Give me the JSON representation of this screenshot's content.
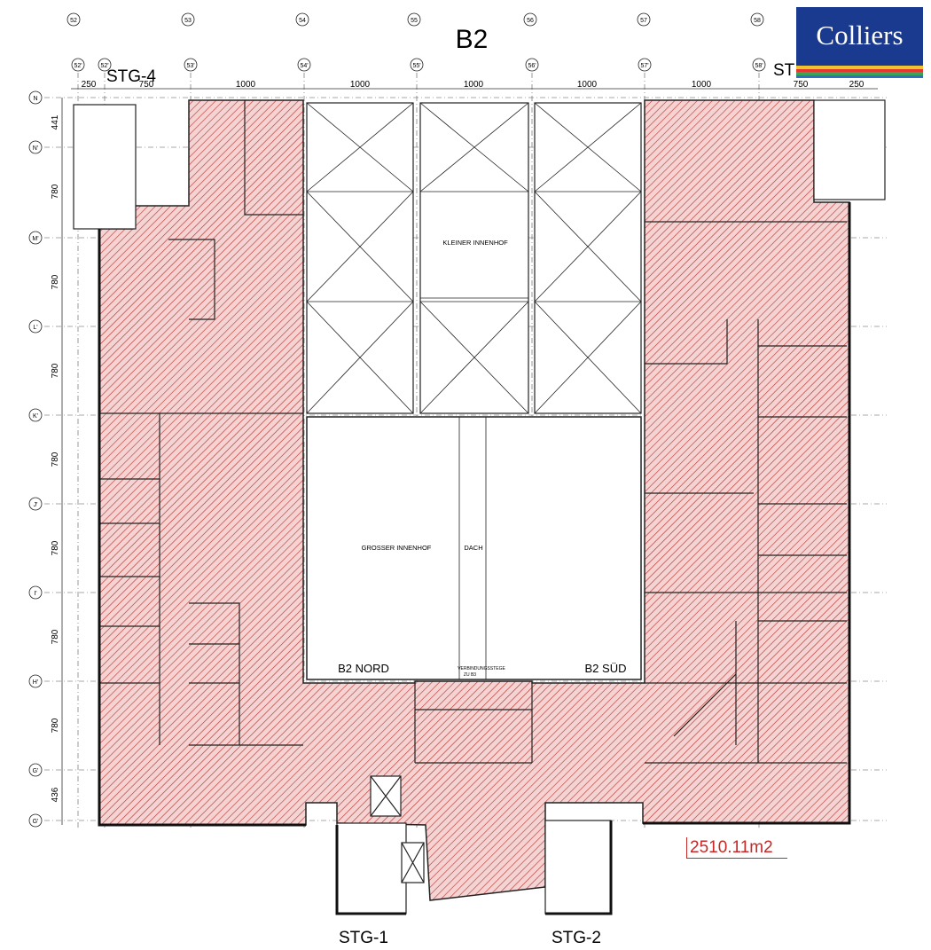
{
  "title": "B2",
  "brand": {
    "name": "Colliers",
    "bg": "#1a3a8f",
    "stripes": [
      "#f2c230",
      "#e4352f",
      "#3aa357",
      "#2f6fc6"
    ]
  },
  "axes_top": [
    "52",
    "52'",
    "52'",
    "53",
    "53'",
    "54",
    "54'",
    "55",
    "55'",
    "56",
    "56'",
    "57",
    "57'",
    "58",
    "58'"
  ],
  "axes_top_row1": [
    "52",
    "53",
    "54",
    "55",
    "56",
    "57",
    "58"
  ],
  "axes_top_row2": [
    "52'",
    "52'",
    "53'",
    "54'",
    "55'",
    "56'",
    "57'",
    "58'"
  ],
  "axes_left": [
    "N",
    "N'",
    "M'",
    "L'",
    "K'",
    "J'",
    "I'",
    "H'",
    "G'",
    "G'"
  ],
  "dims_top": [
    "250",
    "750",
    "1000",
    "1000",
    "1000",
    "1000",
    "1000",
    "750",
    "250"
  ],
  "dims_left": [
    "441",
    "780",
    "780",
    "780",
    "780",
    "780",
    "780",
    "780",
    "436"
  ],
  "stairs": {
    "stg4": "STG-4",
    "stg_right": "ST",
    "stg1": "STG-1",
    "stg2": "STG-2"
  },
  "courtyards": {
    "small": "KLEINER INNENHOF",
    "large": "GROSSER INNENHOF",
    "roof": "DACH"
  },
  "wings": {
    "north": "B2 NORD",
    "south": "B2 SÜD",
    "bridge": "VERBINDUNGSSTEGE",
    "bridge2": "ZU B3"
  },
  "area": "2510.11m2",
  "colors": {
    "hatch": "#c0392b",
    "fill": "#f3d1d1",
    "line": "#111"
  }
}
